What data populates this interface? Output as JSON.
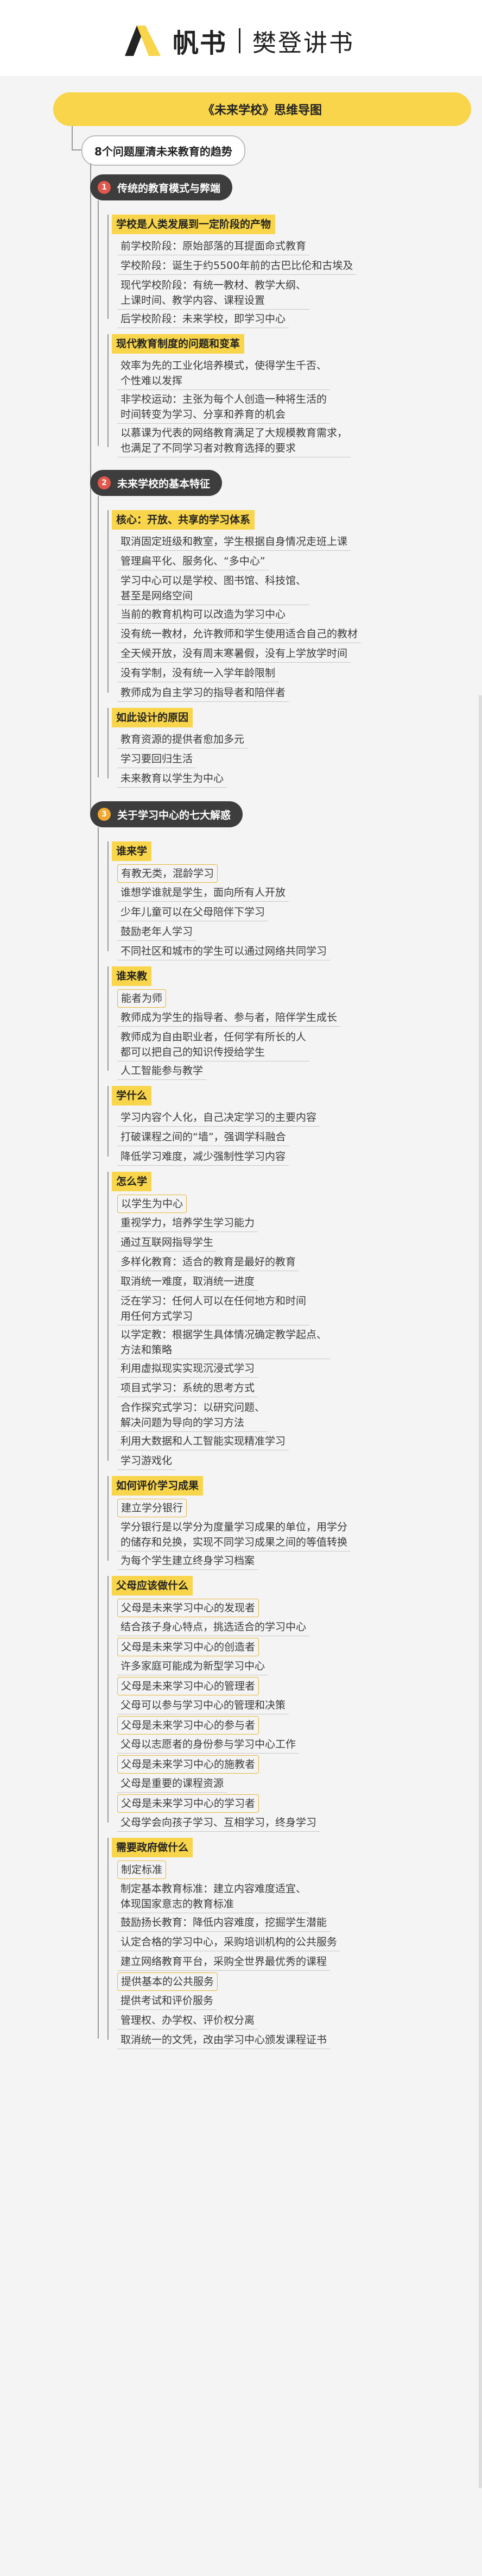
{
  "brand": {
    "logo_icon": "sail-logo-icon",
    "name": "帆书",
    "subname": "樊登讲书"
  },
  "mindmap": {
    "root": "《未来学校》思维导图",
    "branch": "8个问题厘清未来教育的趋势",
    "sections": [
      {
        "num": "1",
        "title": "传统的教育模式与弊端",
        "groups": [
          {
            "label": "学校是人类发展到一定阶段的产物",
            "items": [
              "前学校阶段：原始部落的耳提面命式教育",
              "学校阶段：诞生于约5500年前的古巴比伦和古埃及",
              "现代学校阶段：有统一教材、教学大纲、\n上课时间、教学内容、课程设置",
              "后学校阶段：未来学校，即学习中心"
            ]
          },
          {
            "label": "现代教育制度的问题和变革",
            "items": [
              "效率为先的工业化培养模式，使得学生千否、\n个性难以发挥",
              "非学校运动：主张为每个人创造一种将生活的\n时间转变为学习、分享和养育的机会",
              "以慕课为代表的网络教育满足了大规模教育需求，\n也满足了不同学习者对教育选择的要求"
            ]
          }
        ]
      },
      {
        "num": "2",
        "title": "未来学校的基本特征",
        "groups": [
          {
            "label": "核心：开放、共享的学习体系",
            "items": [
              "取消固定班级和教室，学生根据自身情况走班上课",
              "管理扁平化、服务化、“多中心”",
              "学习中心可以是学校、图书馆、科技馆、\n甚至是网络空间",
              "当前的教育机构可以改造为学习中心",
              "没有统一教材，允许教师和学生使用适合自己的教材",
              "全天候开放，没有周末寒暑假，没有上学放学时间",
              "没有学制，没有统一入学年龄限制",
              "教师成为自主学习的指导者和陪伴者"
            ]
          },
          {
            "label": "如此设计的原因",
            "items": [
              "教育资源的提供者愈加多元",
              "学习要回归生活",
              "未来教育以学生为中心"
            ]
          }
        ]
      },
      {
        "num": "3",
        "title": "关于学习中心的七大解惑",
        "groups": [
          {
            "label": "谁来学",
            "items": [
              "有教无类，混龄学习",
              "谁想学谁就是学生，面向所有人开放",
              "少年儿童可以在父母陪伴下学习",
              "鼓励老年人学习",
              "不同社区和城市的学生可以通过网络共同学习"
            ]
          },
          {
            "label": "谁来教",
            "items": [
              "能者为师",
              "教师成为学生的指导者、参与者，陪伴学生成长",
              "教师成为自由职业者，任何学有所长的人\n都可以把自己的知识传授给学生",
              "人工智能参与教学"
            ]
          },
          {
            "label": "学什么",
            "items": [
              "学习内容个人化，自己决定学习的主要内容",
              "打破课程之间的“墙”，强调学科融合",
              "降低学习难度，减少强制性学习内容"
            ]
          },
          {
            "label": "怎么学",
            "items": [
              "以学生为中心",
              "重视学力，培养学生学习能力",
              "通过互联网指导学生",
              "多样化教育：适合的教育是最好的教育",
              "取消统一难度，取消统一进度",
              "泛在学习：任何人可以在任何地方和时间\n用任何方式学习",
              "以学定教：根据学生具体情况确定教学起点、\n方法和策略",
              "利用虚拟现实实现沉浸式学习",
              "项目式学习：系统的思考方式",
              "合作探究式学习：以研究问题、\n解决问题为导向的学习方法",
              "利用大数据和人工智能实现精准学习",
              "学习游戏化"
            ]
          },
          {
            "label": "如何评价学习成果",
            "items": [
              "建立学分银行",
              "学分银行是以学分为度量学习成果的单位，用学分\n的储存和兑换，实现不同学习成果之间的等值转换",
              "为每个学生建立终身学习档案"
            ]
          },
          {
            "label": "父母应该做什么",
            "items": [
              "父母是未来学习中心的发现者",
              "结合孩子身心特点，挑选适合的学习中心",
              "父母是未来学习中心的创造者",
              "许多家庭可能成为新型学习中心",
              "父母是未来学习中心的管理者",
              "父母可以参与学习中心的管理和决策",
              "父母是未来学习中心的参与者",
              "父母以志愿者的身份参与学习中心工作",
              "父母是未来学习中心的施教者",
              "父母是重要的课程资源",
              "父母是未来学习中心的学习者",
              "父母学会向孩子学习、互相学习，终身学习"
            ]
          },
          {
            "label": "需要政府做什么",
            "items": [
              "制定标准",
              "制定基本教育标准：建立内容难度适宜、\n体现国家意志的教育标准",
              "鼓励扬长教育：降低内容难度，挖掘学生潜能",
              "认定合格的学习中心，采购培训机构的公共服务",
              "建立网络教育平台，采购全世界最优秀的课程",
              "提供基本的公共服务",
              "提供考试和评价服务",
              "管理权、办学权、评价权分离",
              "取消统一的文凭，改由学习中心颁发课程证书"
            ]
          }
        ]
      }
    ]
  }
}
